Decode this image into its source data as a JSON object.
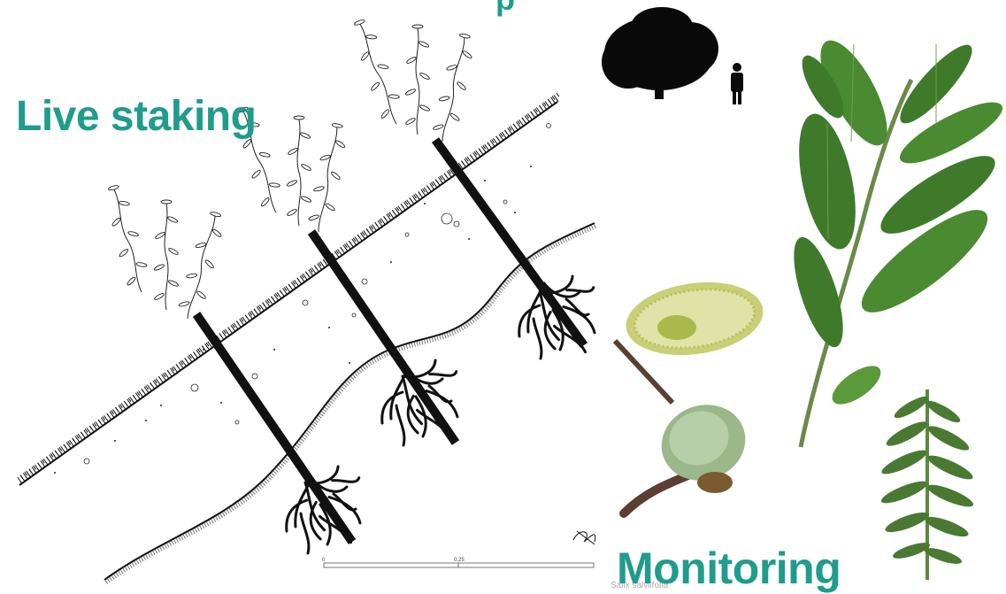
{
  "headings": {
    "top_partial": "p",
    "live_staking": "Live staking",
    "monitoring": "Monitoring"
  },
  "scale_bar": {
    "start_label": "0",
    "mid_label": "0,25"
  },
  "caption": "Salix salviifolia",
  "colors": {
    "accent": "#1f9c8c",
    "leaf": "#3e7a2a",
    "leaf_light": "#6ea04a",
    "catkin": "#c8cf74",
    "stem": "#5a3f32",
    "ink": "#111111"
  }
}
